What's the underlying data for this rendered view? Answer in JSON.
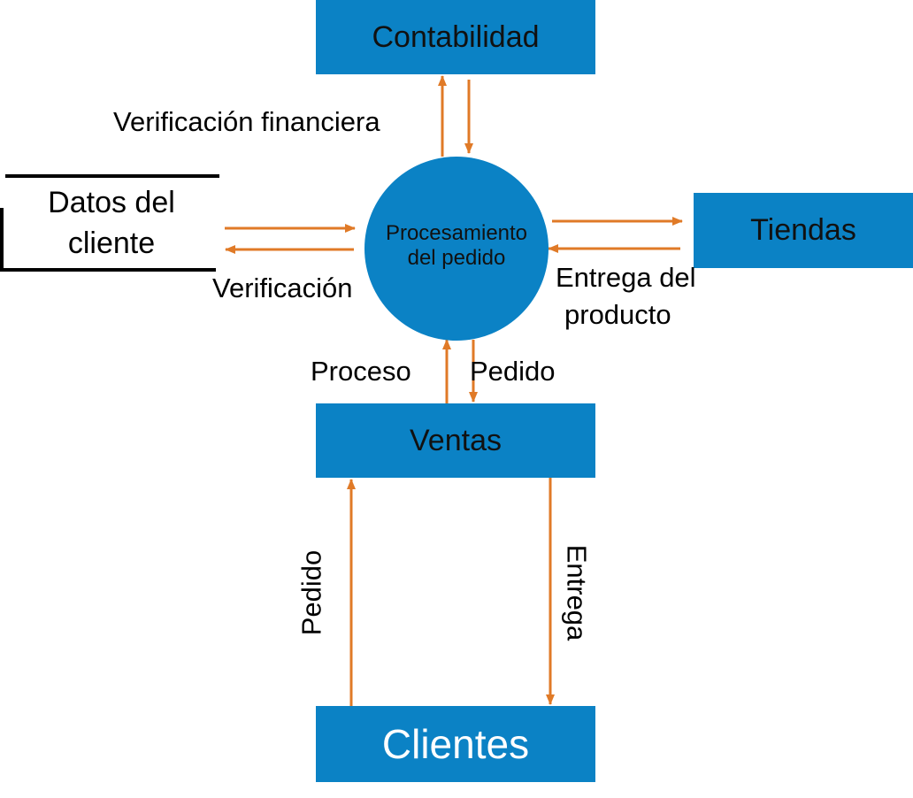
{
  "entities": {
    "contabilidad": "Contabilidad",
    "tiendas": "Tiendas",
    "ventas": "Ventas",
    "clientes": "Clientes"
  },
  "process": {
    "line1": "Procesamiento",
    "line2": "del pedido"
  },
  "data_store": {
    "line1": "Datos del",
    "line2": "cliente"
  },
  "flows": {
    "verificacion_financiera": "Verificación financiera",
    "verificacion": "Verificación",
    "entrega_del": "Entrega del",
    "producto": "producto",
    "proceso": "Proceso",
    "pedido_top": "Pedido",
    "pedido_vertical": "Pedido",
    "entrega_vertical": "Entrega"
  },
  "colors": {
    "box": "#0b82c5",
    "arrow": "#e07a27"
  }
}
